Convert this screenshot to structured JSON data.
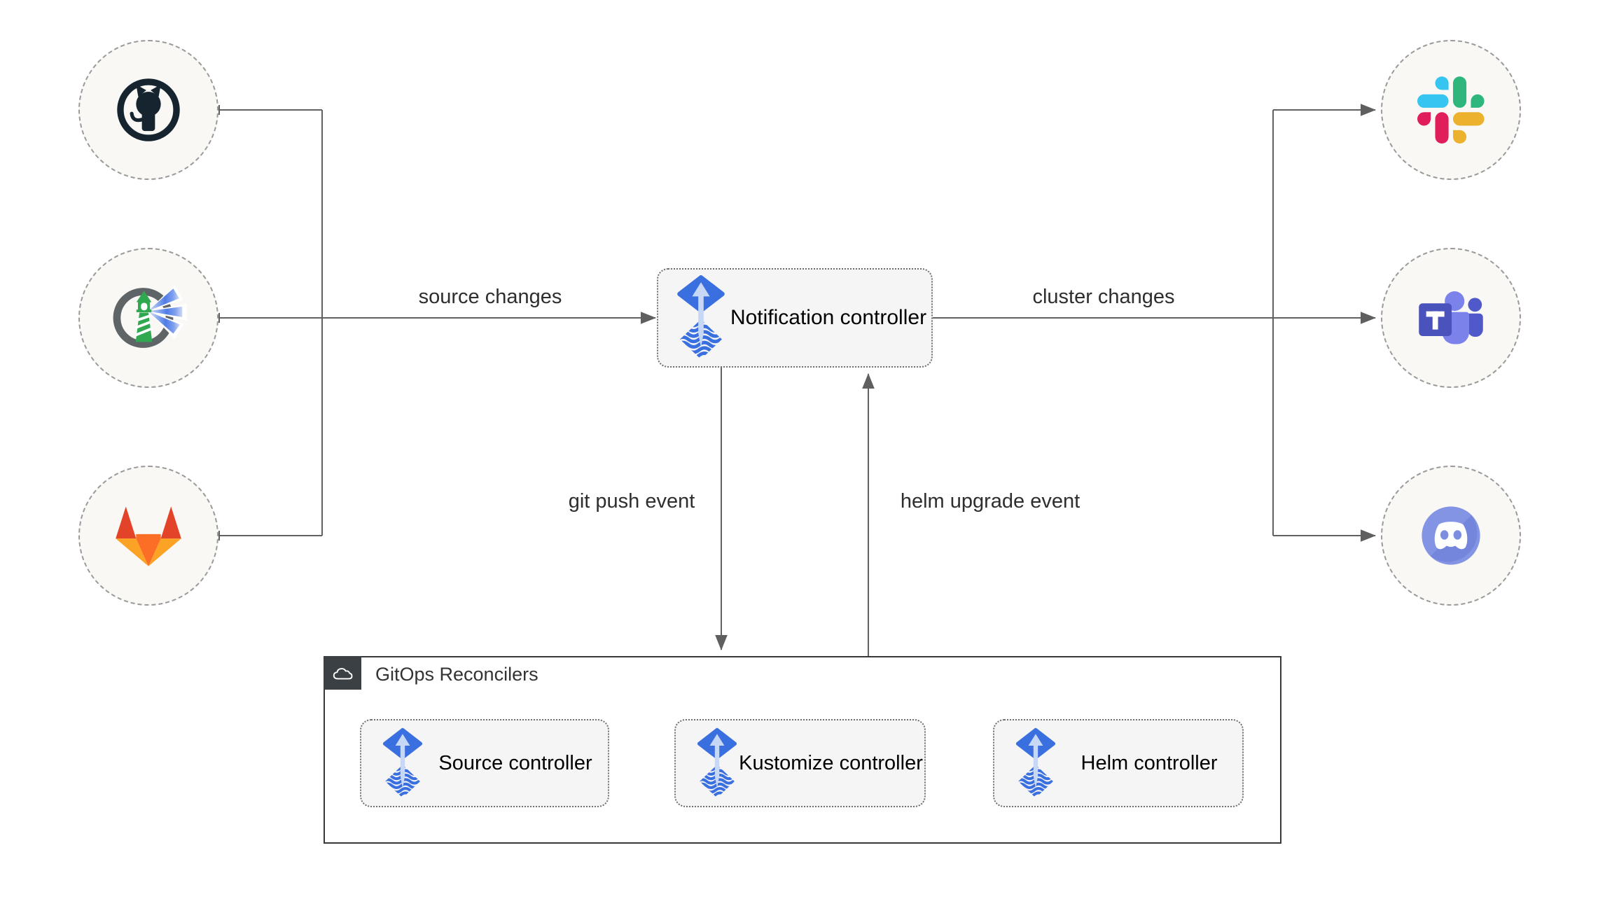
{
  "diagram": {
    "edge_labels": {
      "source_changes": "source changes",
      "cluster_changes": "cluster changes",
      "git_push_event": "git push event",
      "helm_upgrade_event": "helm upgrade event"
    },
    "nodes": {
      "notification_controller": "Notification controller",
      "gitops_container_label": "GitOps Reconcilers",
      "source_controller": "Source controller",
      "kustomize_controller": "Kustomize controller",
      "helm_controller": "Helm controller"
    },
    "source_icons": [
      "github-icon",
      "harbor-lighthouse-icon",
      "gitlab-icon"
    ],
    "target_icons": [
      "slack-icon",
      "microsoft-teams-icon",
      "discord-icon"
    ],
    "controller_icon": "flux-icon",
    "container_badge_icon": "cloud-icon",
    "colors": {
      "flux_blue": "#3a6fe0",
      "flux_arrow_light": "#c7d7f6",
      "edge_gray": "#616161",
      "node_fill": "#f5f5f5",
      "circle_fill": "#f9f8f5",
      "circle_border": "#9a9a9a",
      "container_border": "#383838",
      "badge_bg": "#3b4044",
      "github_dark": "#16242f",
      "harbor_ring_gray": "#5f6467",
      "harbor_green": "#2fa84f",
      "gitlab_red": "#e24329",
      "gitlab_orange": "#fc6d26",
      "gitlab_yellow": "#fca326",
      "slack_blue": "#36C5F0",
      "slack_green": "#2EB67D",
      "slack_yellow": "#ECB22E",
      "slack_pink": "#E01E5A",
      "teams_indigo": "#4a52bc",
      "teams_periwinkle": "#7b83eb",
      "teams_mid": "#5059c9",
      "discord_blurple": "#7d8ee1"
    }
  }
}
